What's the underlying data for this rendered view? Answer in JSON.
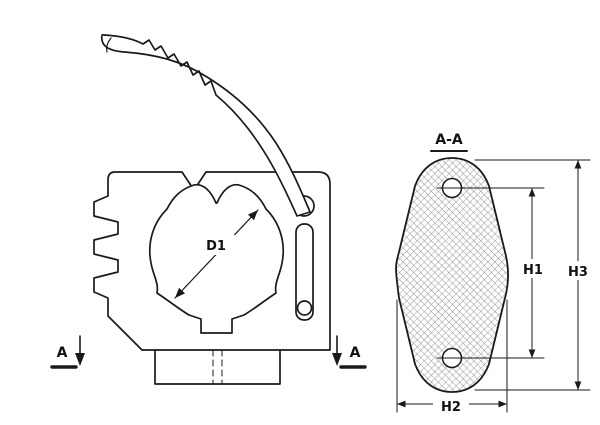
{
  "drawing": {
    "front_view": {
      "diameter_label": "D1",
      "section_marker_left": "A",
      "section_marker_right": "A"
    },
    "section_view": {
      "title": "A-A",
      "dim_hole_distance": "H1",
      "dim_width": "H2",
      "dim_total_height": "H3"
    }
  },
  "colors": {
    "line": "#1a1a1a",
    "hatch": "#707070",
    "background": "#ffffff"
  }
}
